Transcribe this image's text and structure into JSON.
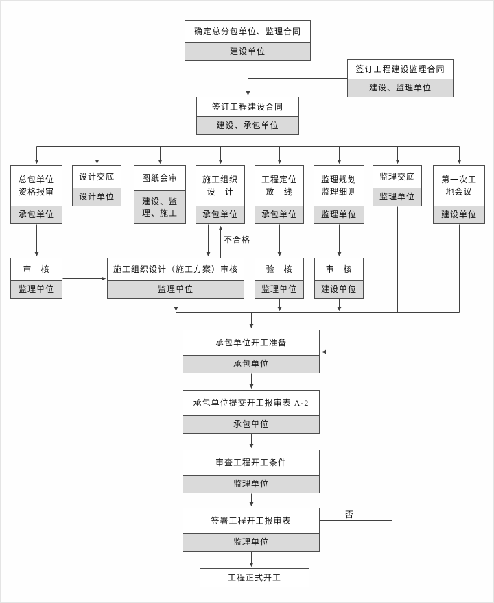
{
  "diagram": {
    "colors": {
      "line": "#404040",
      "box_border": "#4d4d4d",
      "unit_fill": "#dadada",
      "background": "#fefefe"
    },
    "labels": {
      "unqualified": "不合格",
      "no": "否"
    },
    "nodes": {
      "b1": {
        "title": "确定总分包单位、监理合同",
        "unit": "建设单位"
      },
      "b2": {
        "title": "签订工程建设监理合同",
        "unit": "建设、监理单位"
      },
      "b3": {
        "title": "签订工程建设合同",
        "unit": "建设、承包单位"
      },
      "c1": {
        "title": "总包单位\n资格报审",
        "unit": "承包单位"
      },
      "c2": {
        "title": "设计交底",
        "unit": "设计单位"
      },
      "c3": {
        "title": "图纸会审",
        "unit": "建设、监\n理、施工"
      },
      "c4": {
        "title": "施工组织\n设　计",
        "unit": "承包单位"
      },
      "c5": {
        "title": "工程定位\n放　线",
        "unit": "承包单位"
      },
      "c6": {
        "title": "监理规划\n监理细则",
        "unit": "监理单位"
      },
      "c7": {
        "title": "监理交底",
        "unit": "监理单位"
      },
      "c8": {
        "title": "第一次工\n地会议",
        "unit": "建设单位"
      },
      "d1": {
        "title": "审　核",
        "unit": "监理单位"
      },
      "d2": {
        "title": "施工组织设计（施工方案）审核",
        "unit": "监理单位"
      },
      "d3": {
        "title": "验　核",
        "unit": "监理单位"
      },
      "d4": {
        "title": "审　核",
        "unit": "建设单位"
      },
      "m1": {
        "title": "承包单位开工准备",
        "unit": "承包单位"
      },
      "m2": {
        "title": "承包单位提交开工报审表 A-2",
        "unit": "承包单位"
      },
      "m3": {
        "title": "审查工程开工条件",
        "unit": "监理单位"
      },
      "m4": {
        "title": "签署工程开工报审表",
        "unit": "监理单位"
      },
      "m5": {
        "title": "工程正式开工"
      }
    }
  }
}
